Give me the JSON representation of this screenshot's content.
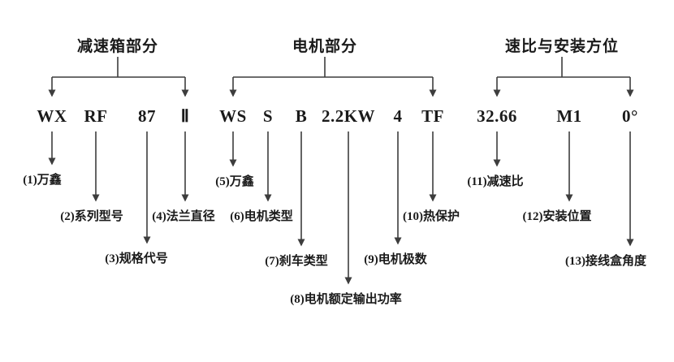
{
  "diagram": {
    "sections": [
      {
        "title": "减速箱部分"
      },
      {
        "title": "电机部分"
      },
      {
        "title": "速比与安装方位"
      }
    ],
    "codes": [
      {
        "text": "WX",
        "label": "(1)万鑫"
      },
      {
        "text": "RF",
        "label": "(2)系列型号"
      },
      {
        "text": "87",
        "label": "(3)规格代号"
      },
      {
        "text": "Ⅱ",
        "label": "(4)法兰直径"
      },
      {
        "text": "WS",
        "label": "(5)万鑫"
      },
      {
        "text": "S",
        "label": "(6)电机类型"
      },
      {
        "text": "B",
        "label": "(7)刹车类型"
      },
      {
        "text": "2.2KW",
        "label": "(8)电机额定输出功率"
      },
      {
        "text": "4",
        "label": "(9)电机极数"
      },
      {
        "text": "TF",
        "label": "(10)热保护"
      },
      {
        "text": "32.66",
        "label": "(11)减速比"
      },
      {
        "text": "M1",
        "label": "(12)安装位置"
      },
      {
        "text": "0°",
        "label": "(13)接线盒角度"
      }
    ],
    "colors": {
      "text": "#1a1a1a",
      "line": "#3d3d3d",
      "background": "#ffffff"
    }
  }
}
